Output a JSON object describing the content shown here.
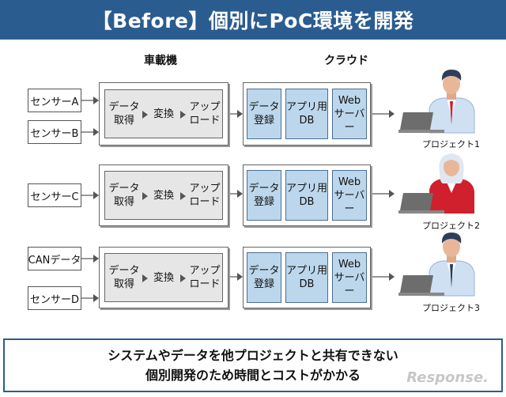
{
  "title": "【Before】個別にPoC環境を開発",
  "sections": {
    "vehicle": "車載機",
    "cloud": "クラウド"
  },
  "sensors": [
    "センサーA",
    "センサーB",
    "センサーC",
    "CANデータ",
    "センサーD"
  ],
  "vehicle_steps": {
    "acquire": "データ\n取得",
    "convert": "変換",
    "upload": "アップ\nロード"
  },
  "cloud_steps": {
    "register": "データ\n登録",
    "appdb": "アプリ用\nDB",
    "webserver": "Web\nサーバー"
  },
  "projects": [
    "プロジェクト1",
    "プロジェクト2",
    "プロジェクト3"
  ],
  "bottom": {
    "line1": "システムやデータを他プロジェクトと共有できない",
    "line2": "個別開発のため時間とコストがかかる"
  },
  "watermark": "Response.",
  "colors": {
    "title_bg": "#2b5c8f",
    "box_fill": "#bcd7ec",
    "arrow": "#555555",
    "accent_red": "#d0202e"
  }
}
